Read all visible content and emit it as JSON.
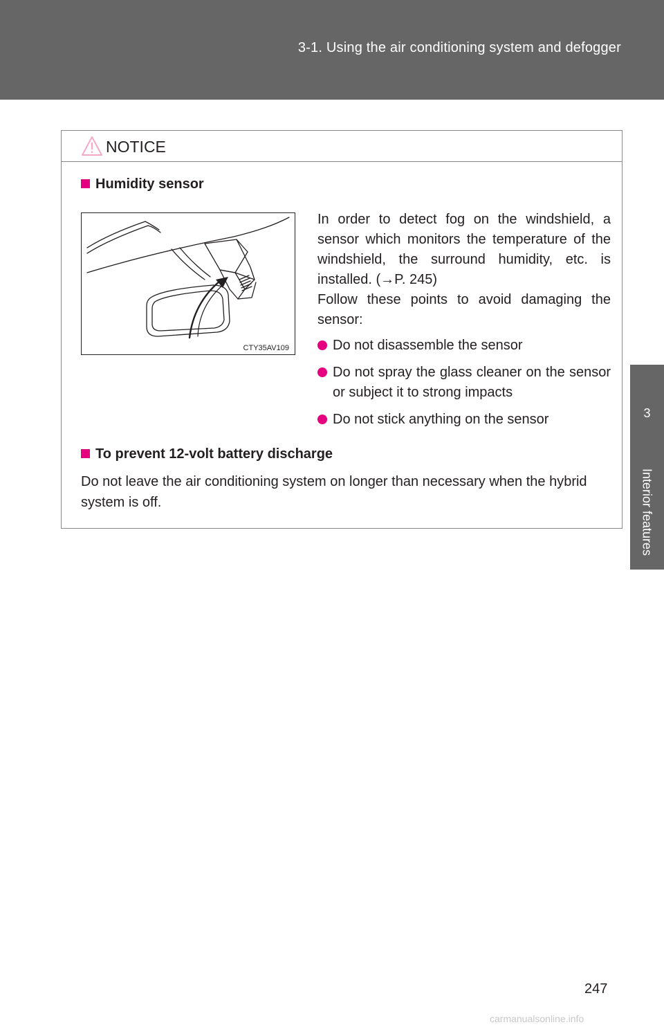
{
  "header": {
    "title": "3-1. Using the air conditioning system and defogger"
  },
  "side_tab": {
    "number": "3",
    "label": "Interior features"
  },
  "notice": {
    "title": "NOTICE",
    "sections": [
      {
        "heading": "Humidity sensor",
        "figure_code": "CTY35AV109",
        "description_lines": [
          "In order to detect fog on the windshield, a sensor which monitors the temperature of the windshield, the surround humidity, etc. is installed. (→P. 245)",
          "Follow these points to avoid damaging the sensor:"
        ],
        "bullets": [
          "Do not disassemble the sensor",
          "Do not spray the glass cleaner on the sensor or subject it to strong impacts",
          "Do not stick anything on the sensor"
        ]
      },
      {
        "heading": "To prevent 12-volt battery discharge",
        "body": "Do not leave the air conditioning system on longer than necessary when the hybrid system is off."
      }
    ]
  },
  "page_number": "247",
  "watermark": "carmanualsonline.info",
  "colors": {
    "header_gray": "#666666",
    "accent_magenta": "#e4007f",
    "warning_pink": "#f6a8c8"
  },
  "icons": {
    "warning": "warning-triangle-icon"
  }
}
